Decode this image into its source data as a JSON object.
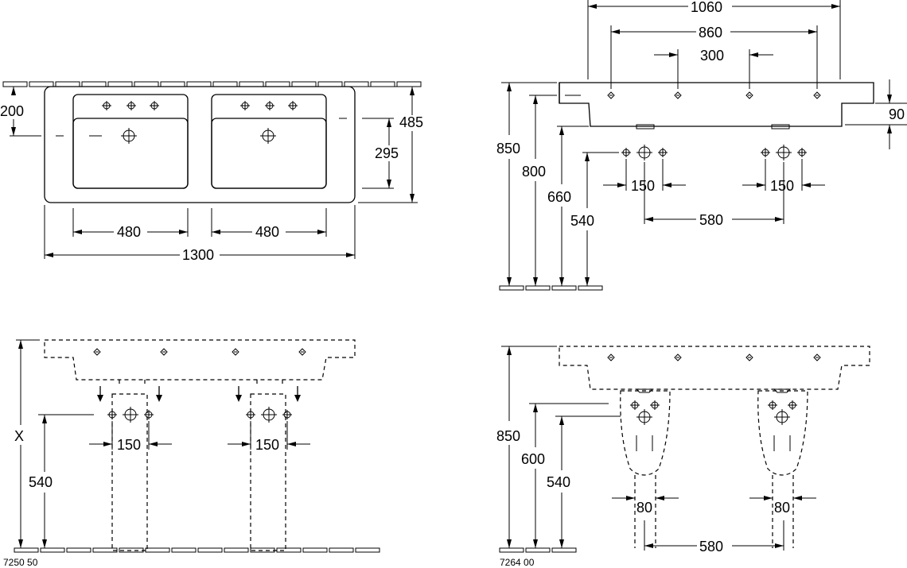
{
  "top_left": {
    "dims": {
      "d200": "200",
      "d485": "485",
      "d295": "295",
      "d480a": "480",
      "d480b": "480",
      "d1300": "1300"
    }
  },
  "top_right": {
    "dims": {
      "d1060": "1060",
      "d860": "860",
      "d300": "300",
      "d90": "90",
      "d850": "850",
      "d800": "800",
      "d660": "660",
      "d540": "540",
      "d150a": "150",
      "d150b": "150",
      "d580": "580"
    }
  },
  "bottom_left": {
    "dims": {
      "dx": "X",
      "d540": "540",
      "d150a": "150",
      "d150b": "150"
    },
    "code": "7250 50"
  },
  "bottom_right": {
    "dims": {
      "d850": "850",
      "d600": "600",
      "d540": "540",
      "d80a": "80",
      "d80b": "80",
      "d580": "580"
    },
    "code": "7264 00"
  }
}
